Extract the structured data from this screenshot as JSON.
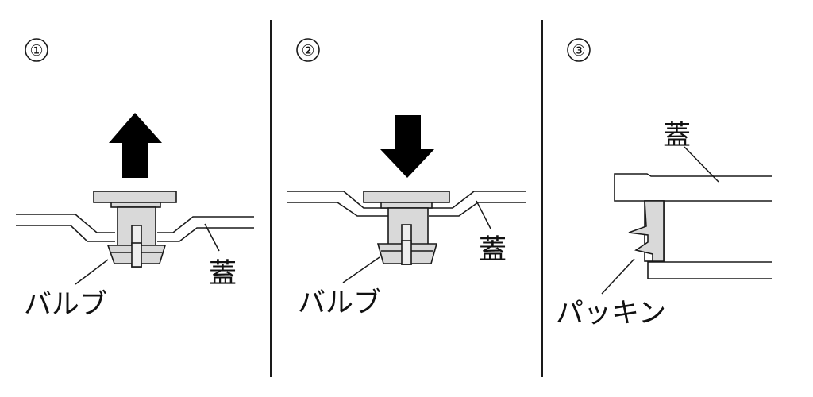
{
  "panels": [
    {
      "number": "①",
      "direction": "up",
      "labels": {
        "valve": "バルブ",
        "lid": "蓋"
      }
    },
    {
      "number": "②",
      "direction": "down",
      "labels": {
        "valve": "バルブ",
        "lid": "蓋"
      }
    },
    {
      "number": "③",
      "labels": {
        "lid": "蓋",
        "packing": "パッキン"
      }
    }
  ],
  "colors": {
    "line": "#1a1a1a",
    "part_fill": "#d9d9d9",
    "arrow": "#000000",
    "background": "#ffffff"
  }
}
